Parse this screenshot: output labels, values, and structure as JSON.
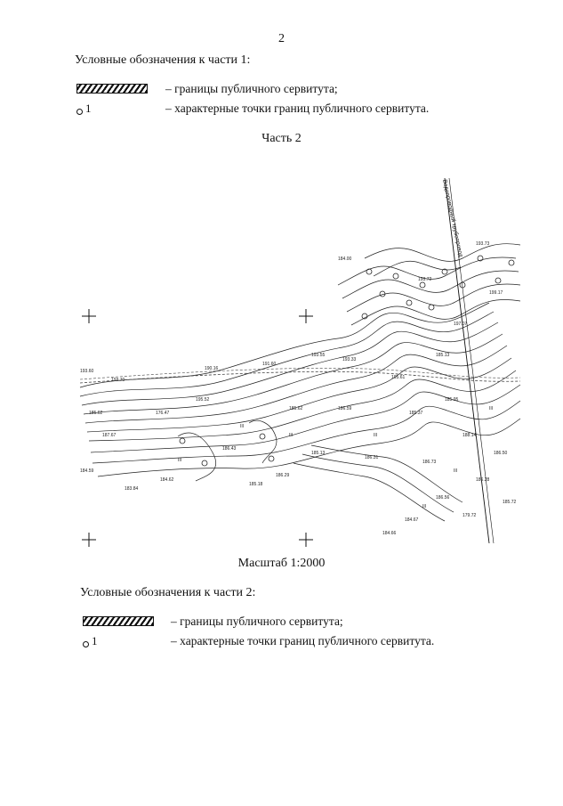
{
  "page_number": "2",
  "part1_legend": {
    "title": "Условные обозначения к части 1:",
    "items": [
      {
        "symbol": "hatch",
        "text": "– границы публичного сервитута;"
      },
      {
        "symbol": "point",
        "label": "1",
        "text": "– характерные точки границ публичного сервитута."
      }
    ]
  },
  "part2_title": "Часть 2",
  "map": {
    "elevation_labels": [
      "193.60",
      "193.70",
      "190.16",
      "176.47",
      "191.60",
      "193.55",
      "193.33",
      "195.61",
      "185.62",
      "195.52",
      "185.62",
      "187.67",
      "184.59",
      "184.62",
      "186.43",
      "185.13",
      "186.31",
      "186.73",
      "188.14",
      "193.72",
      "183.84",
      "186.29",
      "184.66",
      "186.56",
      "186.28",
      "179.72",
      "184.67",
      "193.73",
      "185.37",
      "185.72",
      "185.95",
      "186.50",
      "185.13",
      "184.00",
      "199.17",
      "197.07",
      "186.59",
      "185.18"
    ],
    "vertical_annotation": "Водопроводный трубопровод",
    "markers": [
      "III"
    ]
  },
  "scale": "Масштаб 1:2000",
  "part2_legend": {
    "title": "Условные обозначения к части 2:",
    "items": [
      {
        "symbol": "hatch",
        "text": "– границы публичного сервитута;"
      },
      {
        "symbol": "point",
        "label": "1",
        "text": "– характерные точки границ публичного сервитута."
      }
    ]
  }
}
